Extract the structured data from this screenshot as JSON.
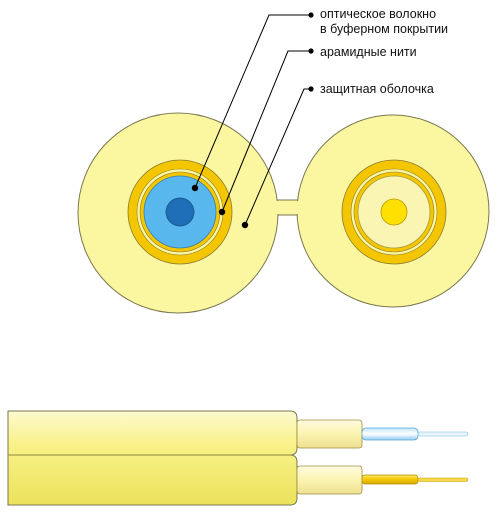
{
  "labels": {
    "fiber_line1": "оптическое волокно",
    "fiber_line2": "в буферном покрытии",
    "aramid": "арамидные нити",
    "jacket": "защитная оболочка"
  },
  "colors": {
    "jacket": "#fbf6a0",
    "jacket_outline": "#7a7850",
    "aramid": "#f3c600",
    "buffer_blue": "#58b7ec",
    "core_blue": "#1f6fb8",
    "buffer_cream": "#fbf5b4",
    "core_yellow": "#ffe000",
    "leader": "#000000"
  }
}
